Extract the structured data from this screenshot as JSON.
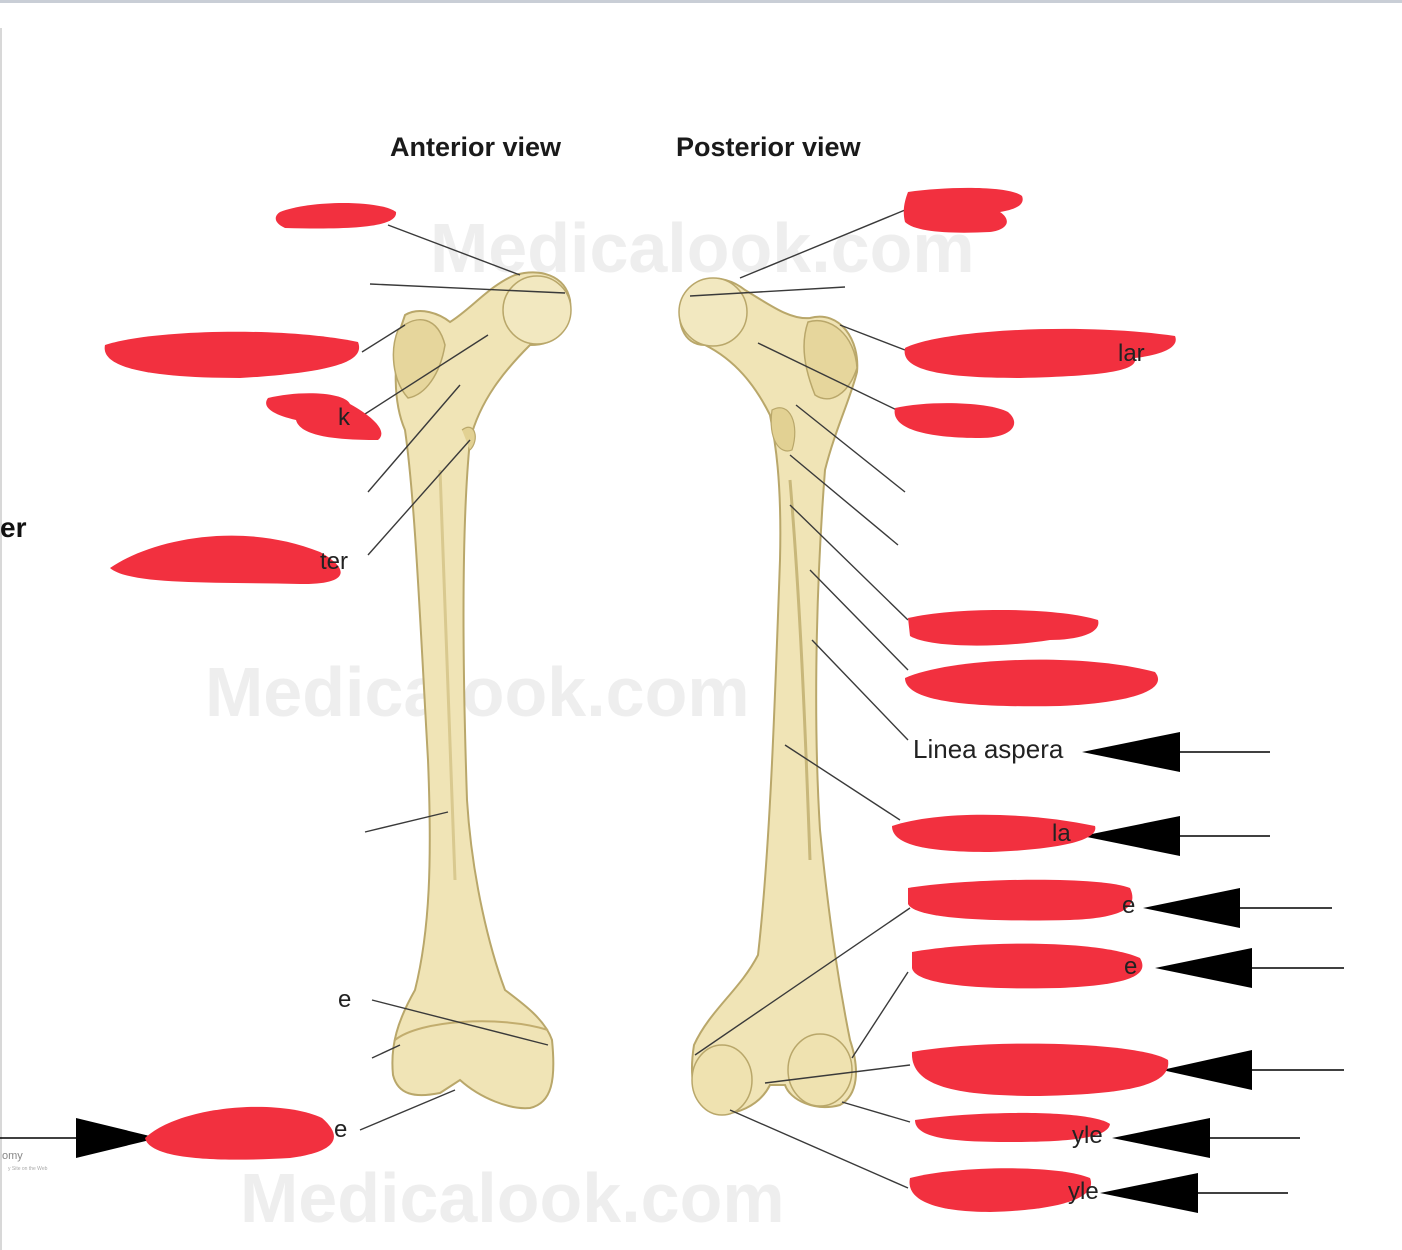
{
  "titles": {
    "anterior": "Anterior view",
    "posterior": "Posterior view"
  },
  "watermark": "Medicalook.com",
  "visible_labels": {
    "linea_aspera": "Linea aspera"
  },
  "edge_text": {
    "left_cut": "er",
    "credit_line1": "omy",
    "credit_line2": "y Site on the Web"
  },
  "partial_label_fragments": [
    "k",
    "ter",
    "e",
    "e",
    "lar",
    "yle",
    "yle",
    "e",
    "e",
    "la"
  ],
  "colors": {
    "redaction": "#f2303f",
    "bone_fill": "#f0e4b6",
    "bone_shade": "#d9c98f",
    "leader": "#3a3a3a",
    "arrow": "#000000",
    "watermark": "#ececec"
  }
}
